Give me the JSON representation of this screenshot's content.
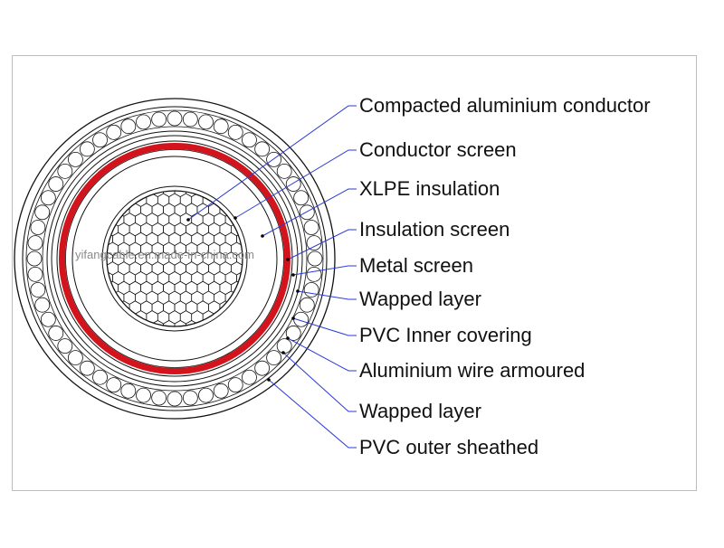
{
  "watermark": "yifangcable.en.made-in-china.com",
  "colors": {
    "leader": "#2a3bd6",
    "conductor_screen": "#d4141c",
    "outline": "#111111",
    "frame": "#bdbdbd"
  },
  "layers": [
    {
      "id": "compacted-aluminium-conductor",
      "label": "Compacted aluminium conductor"
    },
    {
      "id": "conductor-screen",
      "label": "Conductor screen"
    },
    {
      "id": "xlpe-insulation",
      "label": "XLPE insulation"
    },
    {
      "id": "insulation-screen",
      "label": "Insulation screen"
    },
    {
      "id": "metal-screen",
      "label": "Metal screen"
    },
    {
      "id": "wapped-layer-inner",
      "label": "Wapped layer"
    },
    {
      "id": "pvc-inner-covering",
      "label": "PVC Inner covering"
    },
    {
      "id": "aluminium-wire-armoured",
      "label": "Aluminium wire armoured"
    },
    {
      "id": "wapped-layer-outer",
      "label": "Wapped layer"
    },
    {
      "id": "pvc-outer-sheathed",
      "label": "PVC outer sheathed"
    }
  ]
}
